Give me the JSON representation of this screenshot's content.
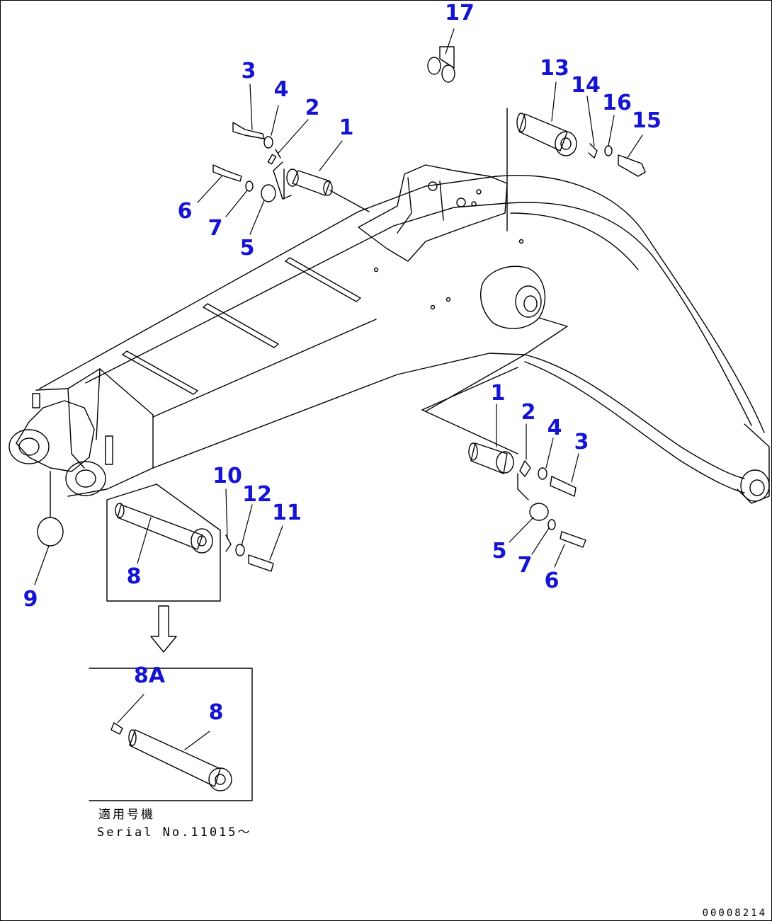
{
  "diagram": {
    "callouts": {
      "c17": "17",
      "c13": "13",
      "c14": "14",
      "c16": "16",
      "c15": "15",
      "c3a": "3",
      "c4a": "4",
      "c2a": "2",
      "c1a": "1",
      "c6a": "6",
      "c7a": "7",
      "c5a": "5",
      "c1b": "1",
      "c2b": "2",
      "c4b": "4",
      "c3b": "3",
      "c5b": "5",
      "c7b": "7",
      "c6b": "6",
      "c10": "10",
      "c12": "12",
      "c11": "11",
      "c8a": "8",
      "c9": "9",
      "c8A": "8A",
      "c8b": "8"
    },
    "serial_note": {
      "line1": "適用号機",
      "line2": "Serial No.11015～"
    },
    "drawing_code": "00008214"
  }
}
